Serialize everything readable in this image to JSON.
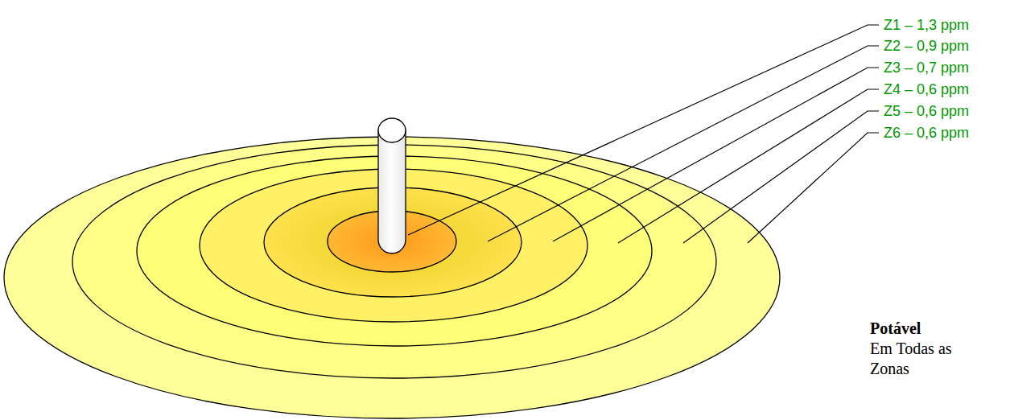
{
  "diagram": {
    "labels": [
      "Z1 – 1,3 ppm",
      "Z2 – 0,9 ppm",
      "Z3 – 0,7 ppm",
      "Z4 – 0,6 ppm",
      "Z5 – 0,6 ppm",
      "Z6 – 0,6 ppm",
      "Potável",
      "Em Todas as Zonas"
    ]
  }
}
